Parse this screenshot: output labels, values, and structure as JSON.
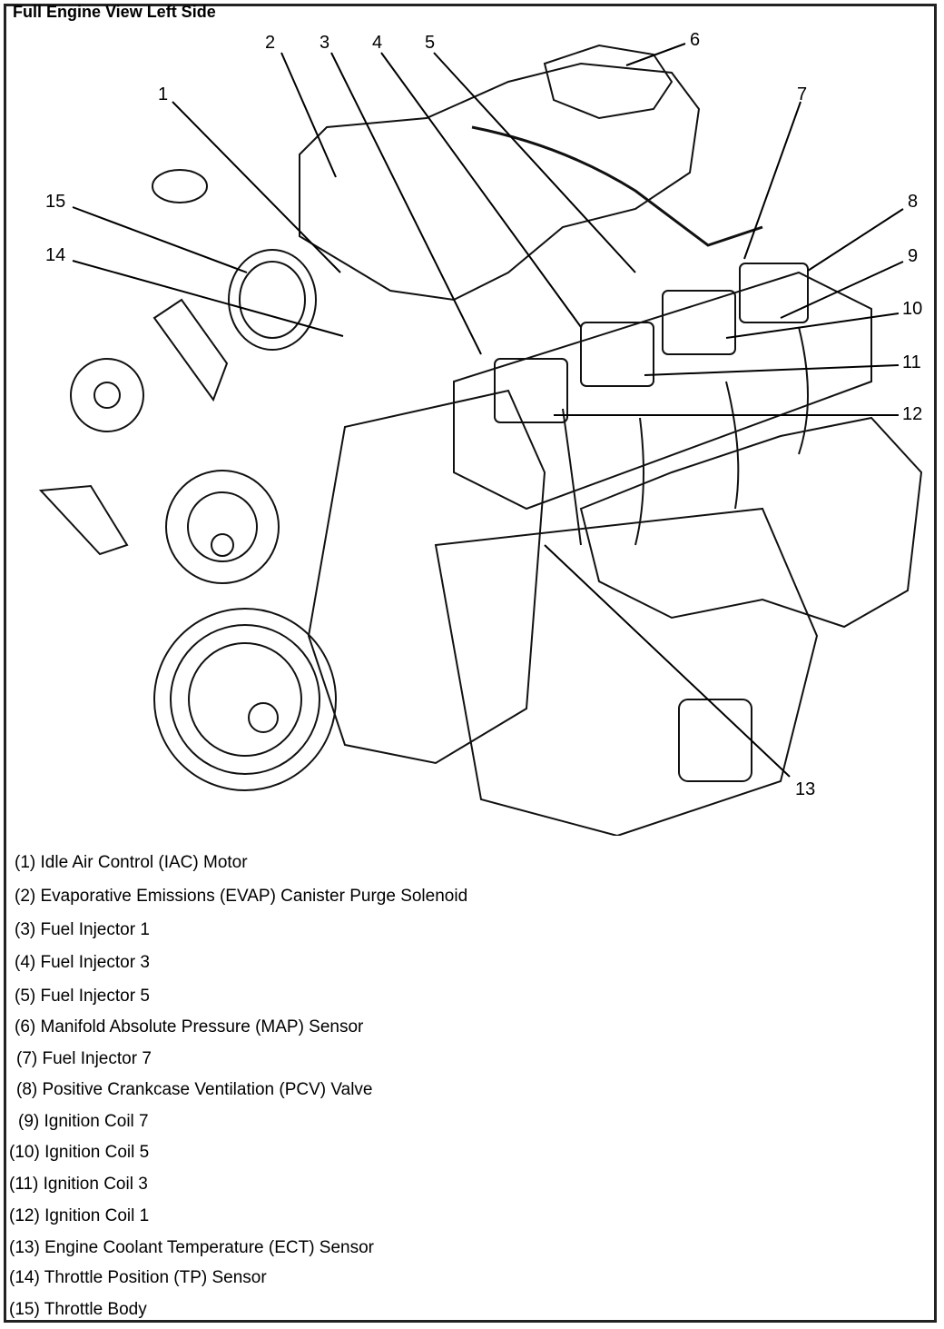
{
  "title": "Full Engine View Left Side",
  "callout_numbers": [
    "1",
    "2",
    "3",
    "4",
    "5",
    "6",
    "7",
    "8",
    "9",
    "10",
    "11",
    "12",
    "13",
    "14",
    "15"
  ],
  "legend": [
    "(1) Idle Air Control (IAC) Motor",
    "(2) Evaporative Emissions (EVAP) Canister Purge Solenoid",
    "(3) Fuel Injector 1",
    "(4) Fuel Injector 3",
    "(5) Fuel Injector 5",
    "(6) Manifold Absolute Pressure (MAP) Sensor",
    "(7) Fuel Injector 7",
    "(8) Positive Crankcase Ventilation (PCV) Valve",
    "(9) Ignition Coil 7",
    "(10) Ignition Coil 5",
    "(11) Ignition Coil 3",
    "(12) Ignition Coil 1",
    "(13) Engine Coolant Temperature (ECT) Sensor",
    "(14) Throttle Position (TP) Sensor",
    "(15) Throttle Body"
  ]
}
